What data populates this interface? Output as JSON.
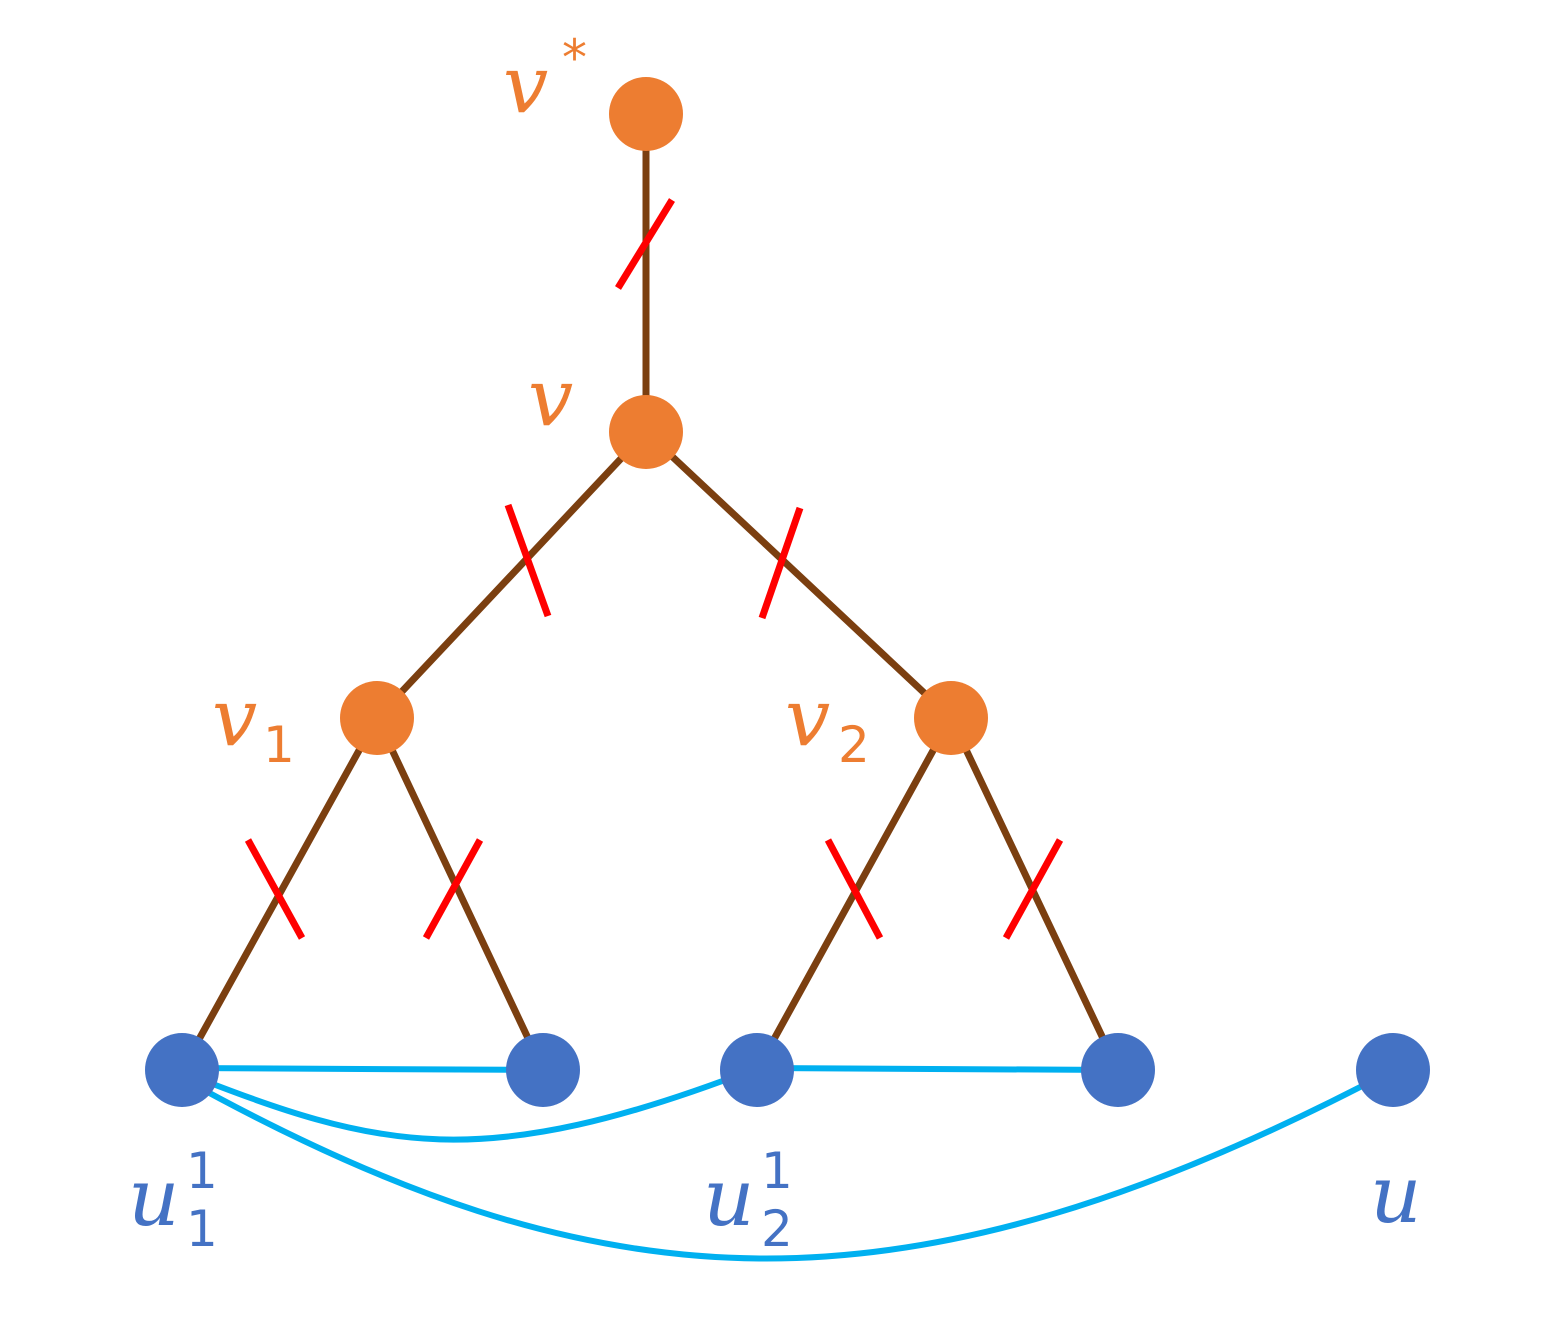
{
  "colors": {
    "tree_node": "#ED7D31",
    "leaf_node": "#4472C4",
    "tree_edge": "#7B3F10",
    "leaf_edge": "#00B0F0",
    "cut_mark": "#FF0000"
  },
  "labels": {
    "v_star": {
      "base": "v",
      "sup": "*",
      "sub": ""
    },
    "v": {
      "base": "v",
      "sup": "",
      "sub": ""
    },
    "v1": {
      "base": "v",
      "sup": "",
      "sub": "1"
    },
    "v2": {
      "base": "v",
      "sup": "",
      "sub": "2"
    },
    "u11": {
      "base": "u",
      "sup": "1",
      "sub": "1"
    },
    "u21": {
      "base": "u",
      "sup": "1",
      "sub": "2"
    },
    "u": {
      "base": "u",
      "sup": "",
      "sub": ""
    }
  }
}
